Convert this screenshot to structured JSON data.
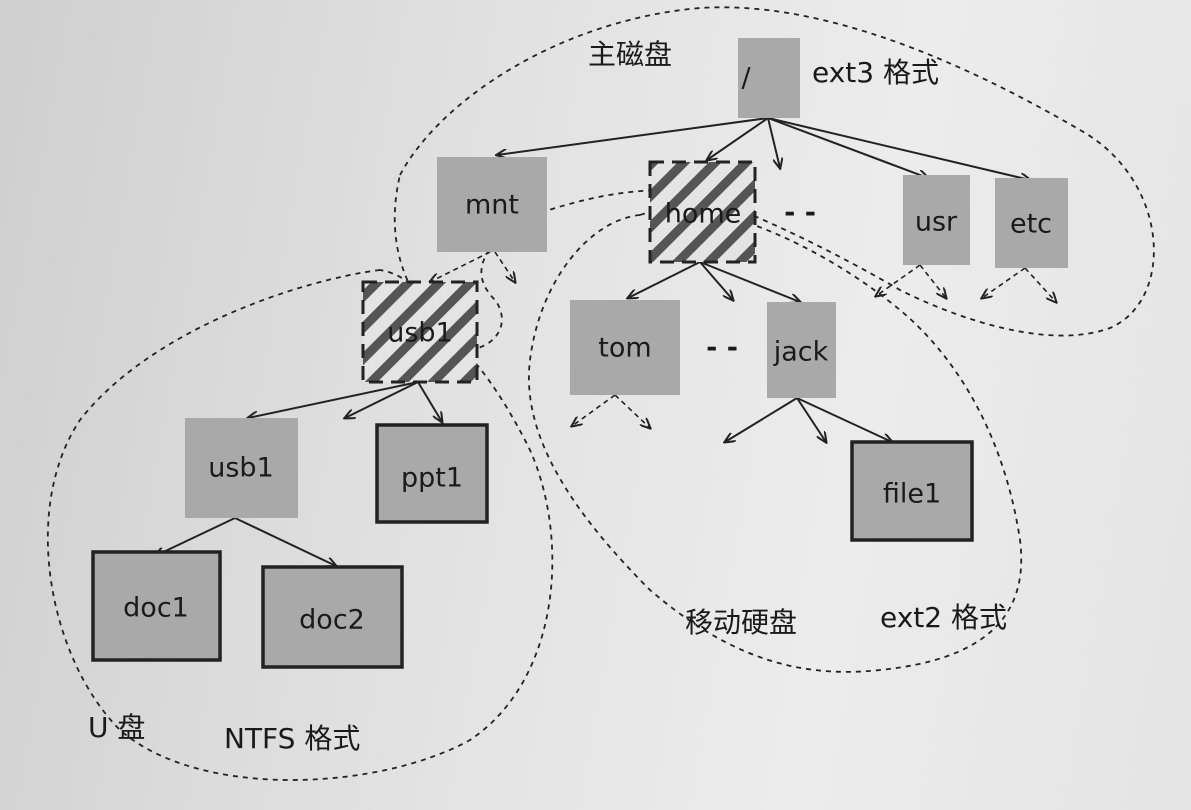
{
  "regions": {
    "main_disk": {
      "name": "主磁盘",
      "format": "ext3 格式"
    },
    "removable_disk": {
      "name": "移动硬盘",
      "format": "ext2 格式"
    },
    "usb_disk": {
      "name": "U 盘",
      "format": "NTFS 格式"
    }
  },
  "nodes": {
    "root": "/",
    "mnt": "mnt",
    "home": "home",
    "usr": "usr",
    "etc": "etc",
    "usb1_mount": "usb1",
    "tom": "tom",
    "jack": "jack",
    "usb1_dir": "usb1",
    "ppt1": "ppt1",
    "file1": "file1",
    "doc1": "doc1",
    "doc2": "doc2"
  },
  "ellipsis": "- -"
}
